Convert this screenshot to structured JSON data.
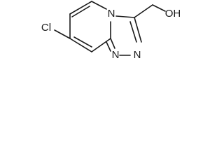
{
  "molecule": {
    "atoms": {
      "chlorine": "Cl",
      "n_bridgehead": "N",
      "n_triazole_1": "N",
      "n_triazole_2": "N",
      "hydroxyl": "OH"
    }
  }
}
